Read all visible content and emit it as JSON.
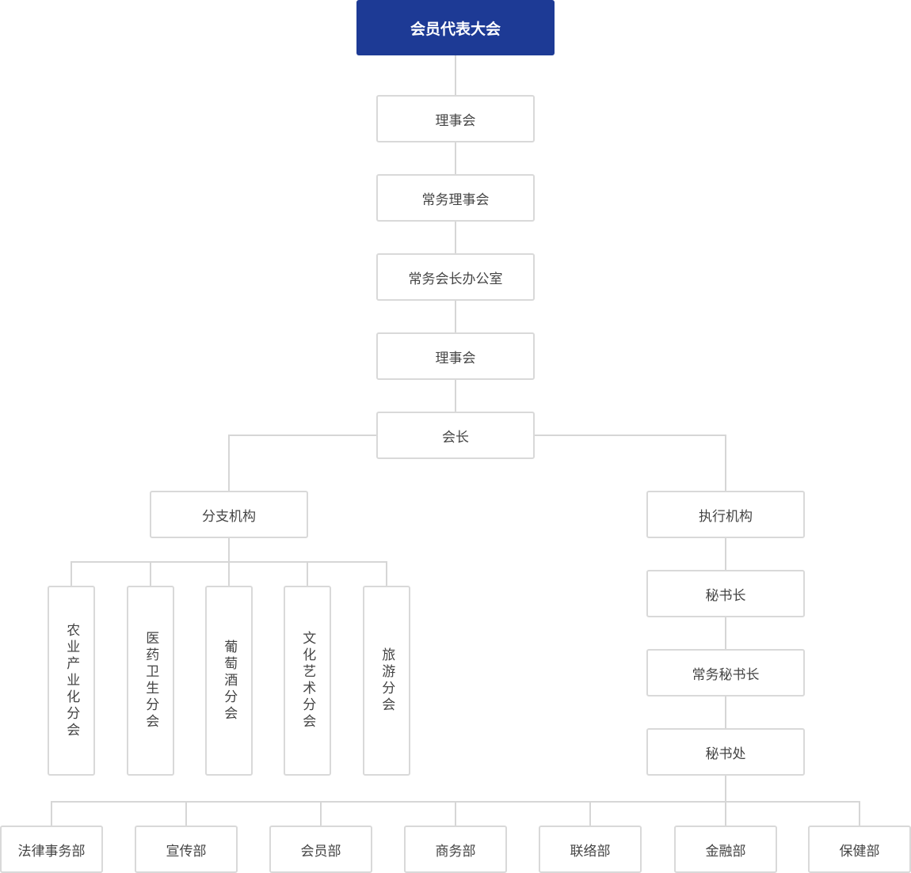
{
  "colors": {
    "top_fill": "#1d3a95",
    "top_text": "#ffffff",
    "border": "#d9d9d9",
    "connector": "#d6d6d6",
    "text": "#444444"
  },
  "nodes": {
    "assembly": "会员代表大会",
    "council_1": "理事会",
    "standing_council": "常务理事会",
    "standing_president_office": "常务会长办公室",
    "council_2": "理事会",
    "president": "会长",
    "branches": "分支机构",
    "executive": "执行机构",
    "branch_items": [
      "农业产业化分会",
      "医药卫生分会",
      "葡萄酒分会",
      "文化艺术分会",
      "旅游分会"
    ],
    "secretary_general": "秘书长",
    "standing_secretary_general": "常务秘书长",
    "secretariat": "秘书处",
    "departments": [
      "法律事务部",
      "宣传部",
      "会员部",
      "商务部",
      "联络部",
      "金融部",
      "保健部"
    ]
  }
}
